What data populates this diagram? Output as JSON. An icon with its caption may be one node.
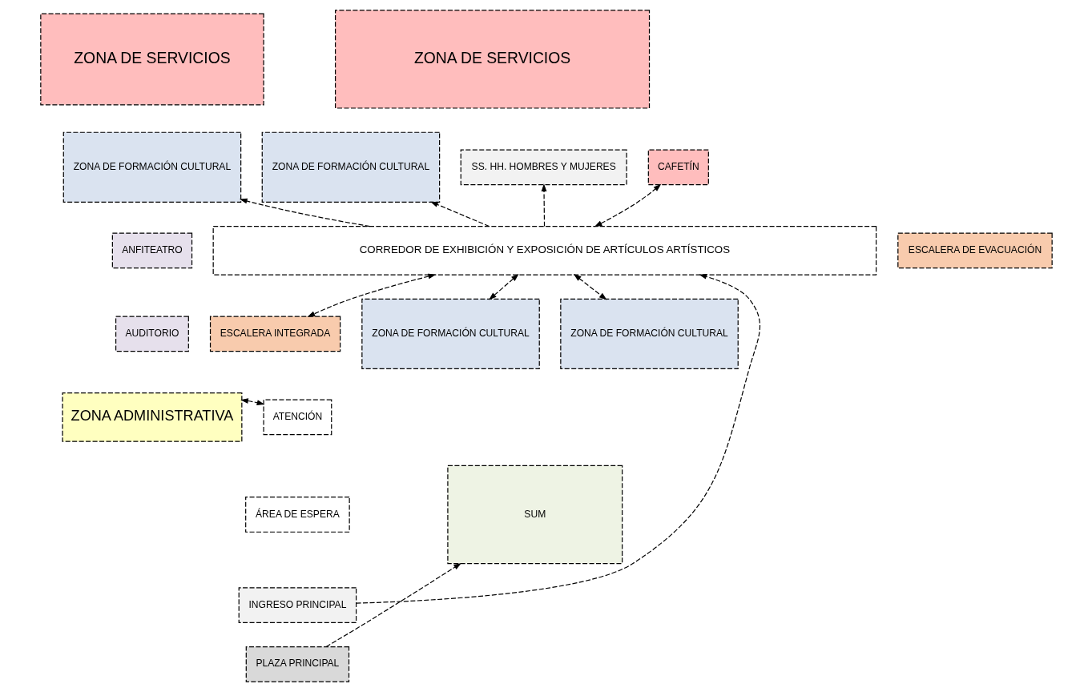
{
  "diagram": {
    "nodes": [
      {
        "text": [
          "ZONA DE SERVICIOS"
        ]
      },
      {
        "text": [
          "ZONA DE SERVICIOS"
        ]
      },
      {
        "text": [
          "ZONA DE FORMACIÓN CULTURAL"
        ]
      },
      {
        "text": [
          "ZONA DE FORMACIÓN CULTURAL"
        ]
      },
      {
        "text": [
          "SS. HH. HOMBRES Y MUJERES"
        ]
      },
      {
        "text": [
          "CAFETÍN"
        ]
      },
      {
        "text": [
          "ANFITEATRO"
        ]
      },
      {
        "text": [
          "CORREDOR DE EXHIBICIÓN Y EXPOSICIÓN DE ARTÍCULOS ARTÍSTICOS"
        ]
      },
      {
        "text": [
          "ESCALERA DE EVACUACIÓN"
        ]
      },
      {
        "text": [
          "AUDITORIO"
        ]
      },
      {
        "text": [
          "ESCALERA INTEGRADA"
        ]
      },
      {
        "text": [
          "ZONA DE FORMACIÓN CULTURAL"
        ]
      },
      {
        "text": [
          "ZONA DE FORMACIÓN CULTURAL"
        ]
      },
      {
        "text": [
          "ZONA ADMINISTRATIVA"
        ]
      },
      {
        "text": [
          "ATENCIÓN"
        ]
      },
      {
        "text": [
          "ÁREA DE ESPERA"
        ]
      },
      {
        "text": [
          "SUM"
        ]
      },
      {
        "text": [
          "INGRESO PRINCIPAL"
        ]
      },
      {
        "text": [
          "PLAZA PRINCIPAL"
        ]
      }
    ],
    "edges": [
      {
        "from": 7,
        "to": 2,
        "arrow": "to"
      },
      {
        "from": 7,
        "to": 3,
        "arrow": "to"
      },
      {
        "from": 7,
        "to": 4,
        "arrow": "to"
      },
      {
        "from": 7,
        "to": 5,
        "arrow": "both"
      },
      {
        "from": 17,
        "to": 7,
        "arrow": "to"
      },
      {
        "from": 7,
        "to": 10,
        "arrow": "both"
      },
      {
        "from": 7,
        "to": 11,
        "arrow": "both"
      },
      {
        "from": 7,
        "to": 12,
        "arrow": "both"
      },
      {
        "from": 13,
        "to": 14,
        "arrow": "both"
      },
      {
        "from": 18,
        "to": 16,
        "arrow": "to"
      }
    ]
  }
}
